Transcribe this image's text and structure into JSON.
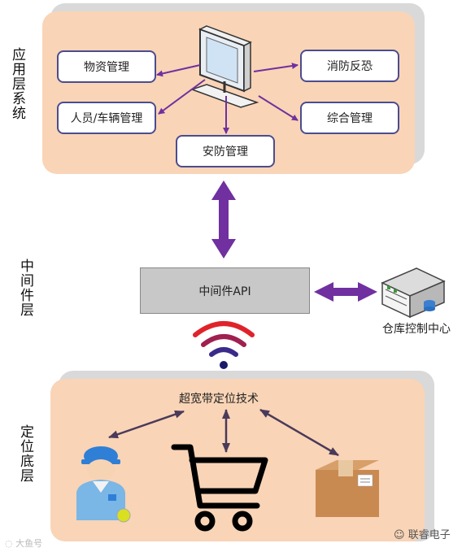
{
  "application_layer": {
    "side_label": "应用层系统",
    "boxes": {
      "materials": "物资管理",
      "personnel_vehicles": "人员/车辆管理",
      "security": "安防管理",
      "fire_terror": "消防反恐",
      "integrated": "综合管理"
    }
  },
  "middleware_layer": {
    "side_label": "中间件层",
    "box_label": "中间件API",
    "warehouse_label": "仓库控制中心"
  },
  "positioning_layer": {
    "side_label": "定位底层",
    "technology_label": "超宽带定位技术"
  },
  "watermarks": {
    "left": "大鱼号",
    "right": "联睿电子"
  },
  "colors": {
    "panel_fill": "#f9d4b6",
    "panel_shadow": "#d9d9d9",
    "box_border": "#4b4c8f",
    "arrow_purple": "#7030a0",
    "arrow_dark": "#4a3a5a",
    "middleware_fill": "#c8c8c8"
  },
  "icons": [
    "computer-monitor-icon",
    "server-icon",
    "wifi-signal-icon",
    "worker-icon",
    "shopping-cart-icon",
    "package-box-icon"
  ]
}
